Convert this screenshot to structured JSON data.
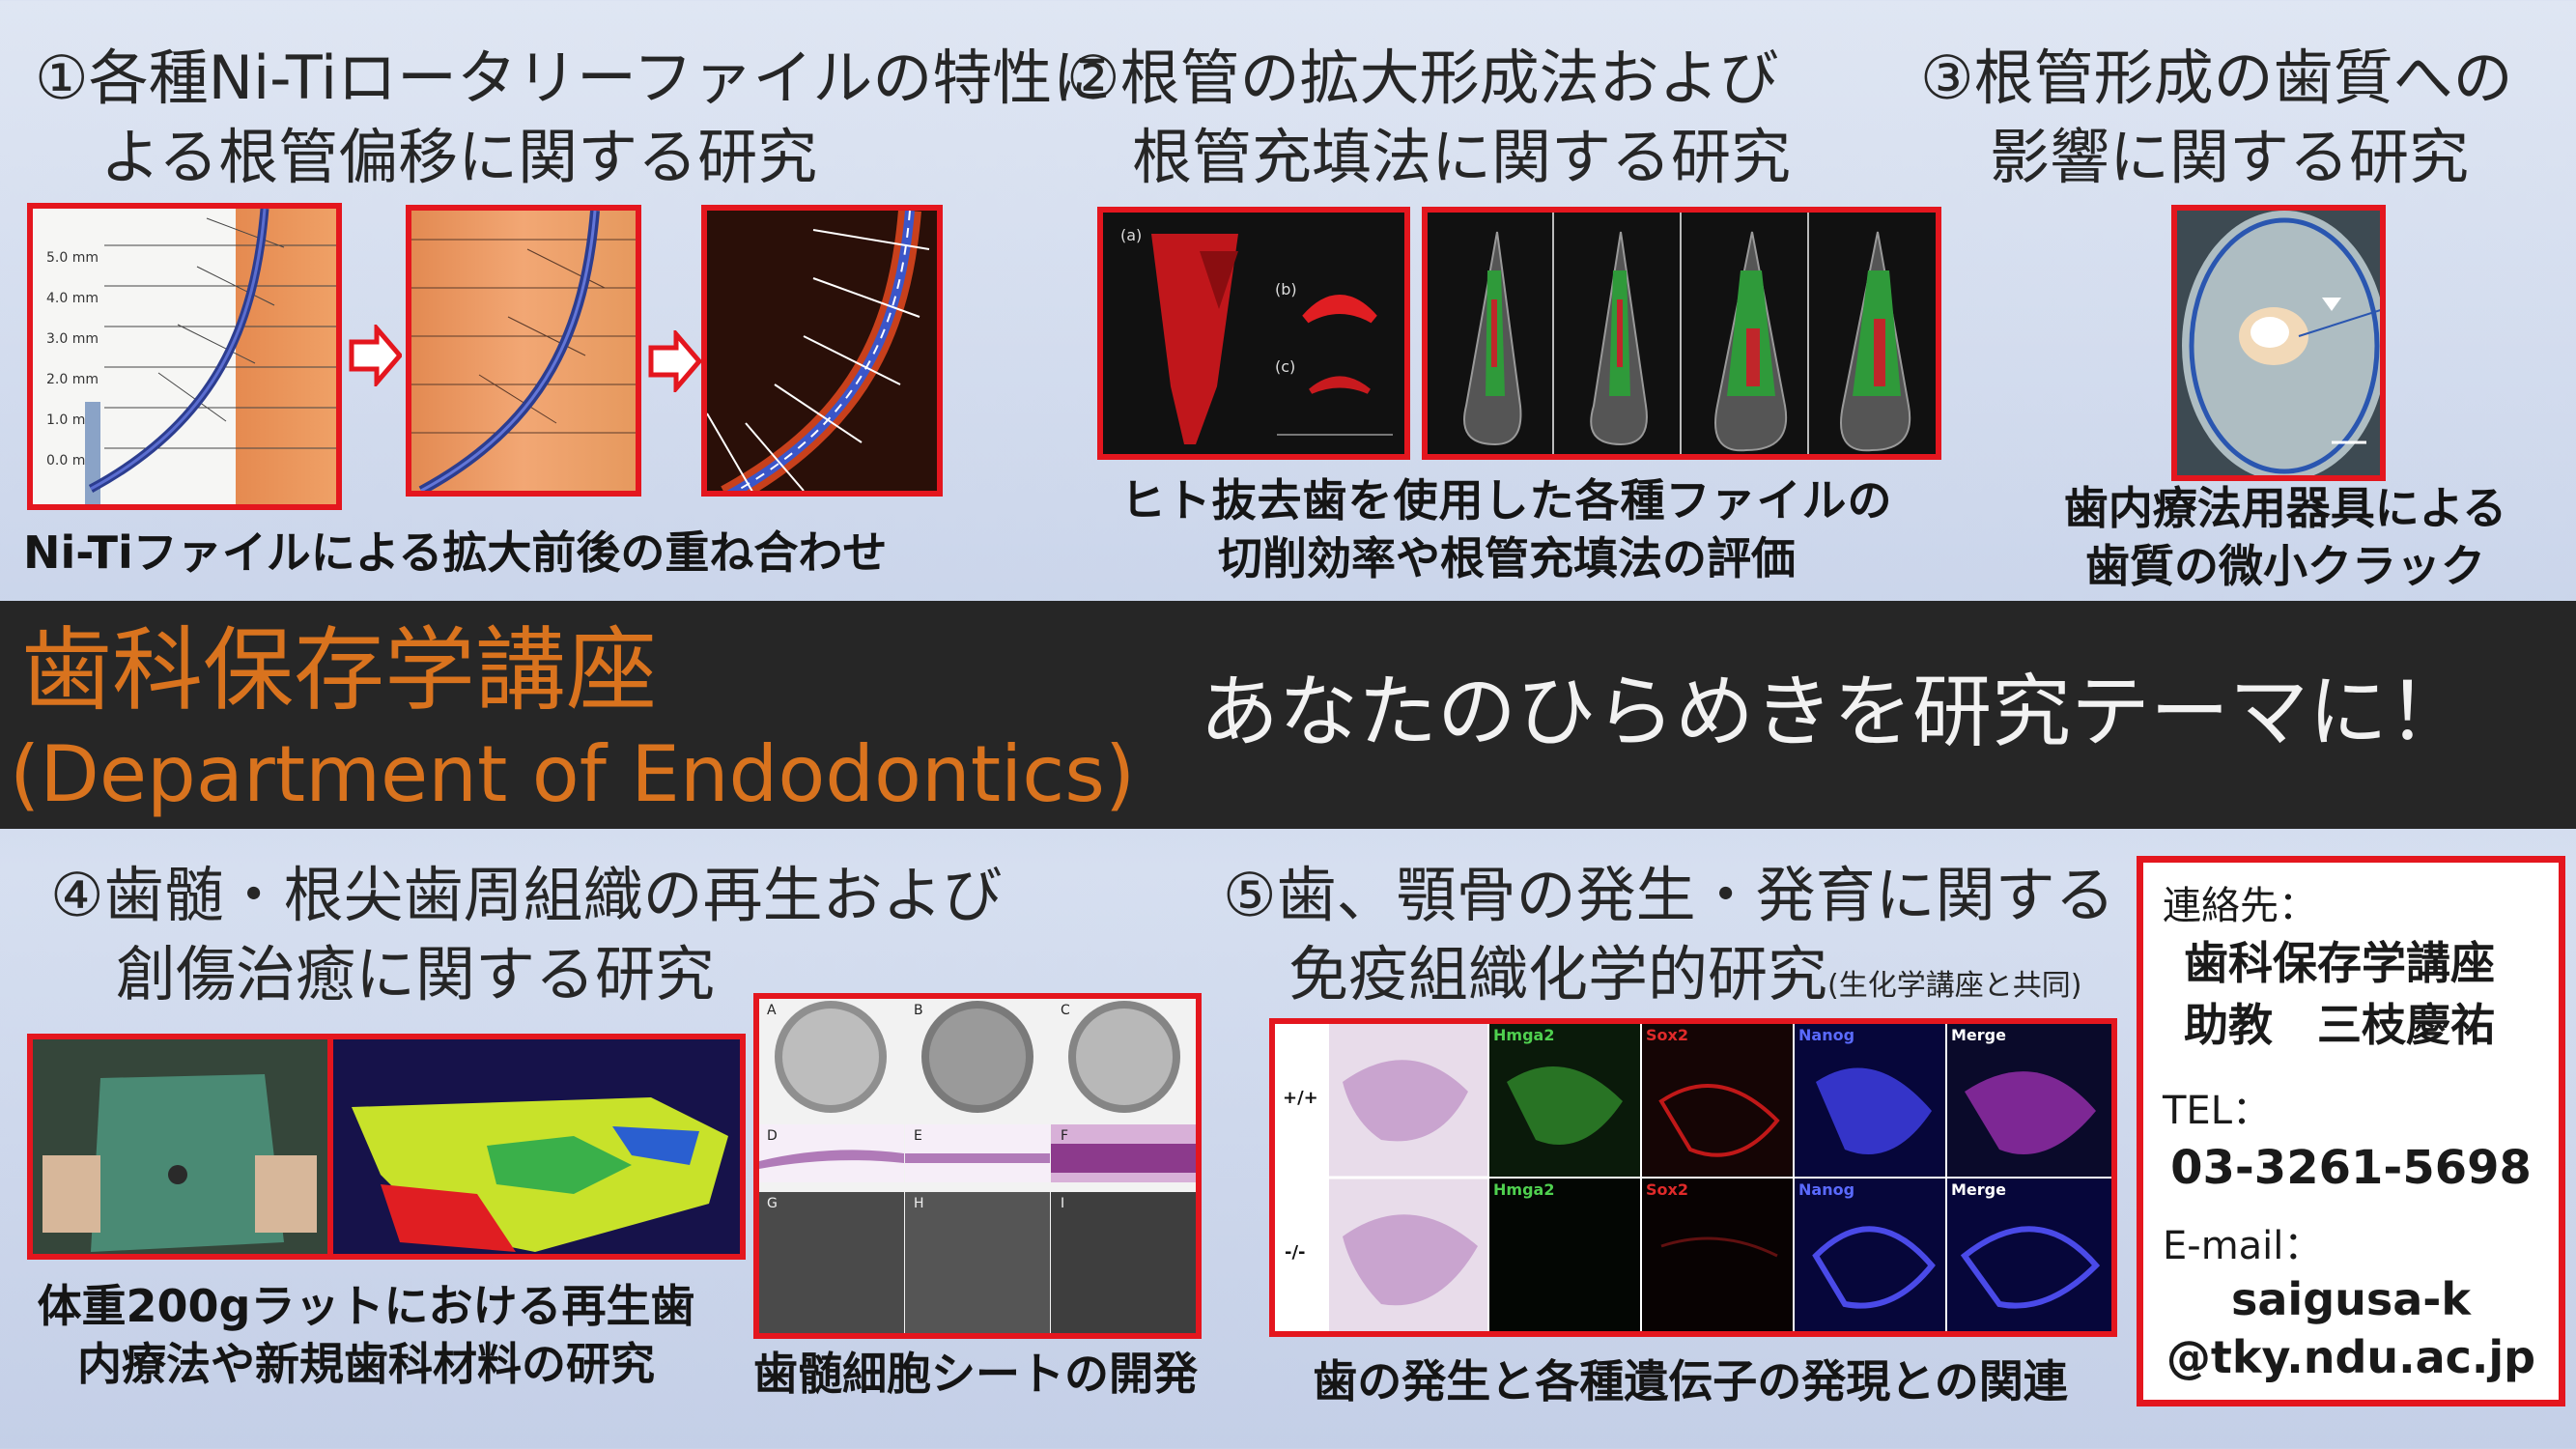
{
  "research": {
    "r1": {
      "title_line1": "①各種Ni-Tiロータリーファイルの特性に",
      "title_line2": "よる根管偏移に関する研究",
      "caption": "Ni-Tiファイルによる拡大前後の重ね合わせ",
      "scale_labels": [
        "5.0 mm",
        "4.0 mm",
        "3.0 mm",
        "2.0 mm",
        "1.0 mm",
        "0.0 mm"
      ]
    },
    "r2": {
      "title_line1": "②根管の拡大形成法および",
      "title_line2": "根管充填法に関する研究",
      "caption_line1": "ヒト抜去歯を使用した各種ファイルの",
      "caption_line2": "切削効率や根管充填法の評価",
      "panel_labels": [
        "(a)",
        "(b)",
        "(c)"
      ]
    },
    "r3": {
      "title_line1": "③根管形成の歯質への",
      "title_line2": "影響に関する研究",
      "caption_line1": "歯内療法用器具による",
      "caption_line2": "歯質の微小クラック"
    },
    "r4": {
      "title_line1": "④歯髄・根尖歯周組織の再生および",
      "title_line2": "創傷治癒に関する研究",
      "caption_line1": "体重200gラットにおける再生歯",
      "caption_line2": "内療法や新規歯科材料の研究",
      "sheet_caption": "歯髄細胞シートの開発",
      "sheet_labels": [
        "A",
        "B",
        "C",
        "D",
        "E",
        "F",
        "G",
        "H",
        "I"
      ]
    },
    "r5": {
      "title_line1": "⑤歯、顎骨の発生・発育に関する",
      "title_line2": "免疫組織化学的研究",
      "title_note": "(生化学講座と共同)",
      "caption": "歯の発生と各種遺伝子の発現との関連",
      "row_labels": [
        "+/+",
        "-/-"
      ],
      "column_labels": [
        "Hmga2",
        "Sox2",
        "Nanog",
        "Merge"
      ]
    }
  },
  "banner": {
    "dept_jp": "歯科保存学講座",
    "dept_en": "(Department of Endodontics)",
    "slogan": "あなたのひらめきを研究テーマに！"
  },
  "contact": {
    "label": "連絡先：",
    "department": "歯科保存学講座",
    "person": "助教　三枝慶祐",
    "tel_label": "TEL：",
    "tel": "03-3261-5698",
    "email_label": "E-mail：",
    "email_line1": "saigusa-k",
    "email_line2": "@tky.ndu.ac.jp"
  },
  "colors": {
    "accent_red": "#e4161e",
    "dept_orange": "#d9731e",
    "band": "#262626"
  }
}
